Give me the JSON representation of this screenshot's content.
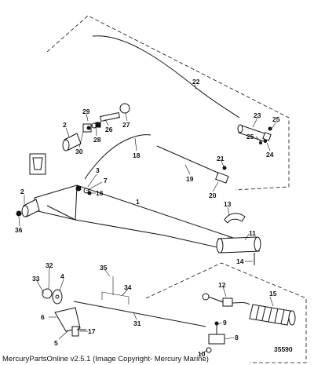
{
  "footer": {
    "copyright": "MercuryPartsOnline v2.5.1 (Image Copyright- Mercury Marine)",
    "figure_number": "35590"
  },
  "callouts": [
    "1",
    "2",
    "2",
    "3",
    "4",
    "5",
    "6",
    "7",
    "8",
    "9",
    "10",
    "11",
    "12",
    "13",
    "14",
    "15",
    "16",
    "17",
    "18",
    "19",
    "20",
    "21",
    "22",
    "23",
    "24",
    "25",
    "25",
    "26",
    "27",
    "28",
    "29",
    "30",
    "31",
    "32",
    "33",
    "34",
    "35",
    "36"
  ]
}
